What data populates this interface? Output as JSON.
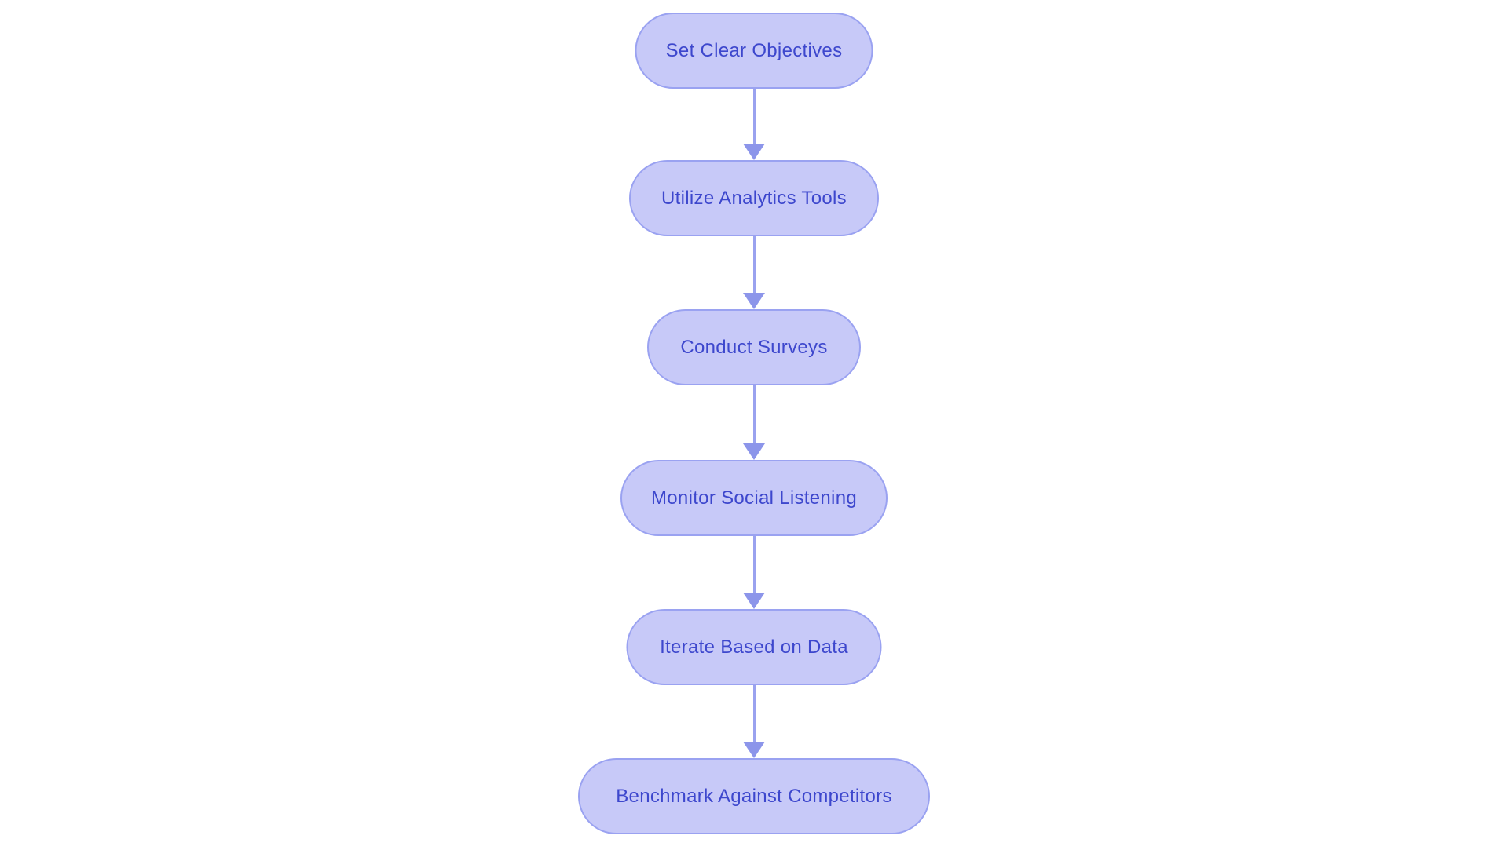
{
  "flowchart": {
    "direction": "top-to-bottom",
    "background_color": "#ffffff",
    "node_style": {
      "fill_color": "#c7c9f8",
      "border_color": "#9aa2f1",
      "text_color": "#3d47cd"
    },
    "arrow_style": {
      "line_color": "#9aa2ef",
      "head_color": "#8c95ea"
    },
    "nodes": [
      {
        "label": "Set Clear Objectives"
      },
      {
        "label": "Utilize Analytics Tools"
      },
      {
        "label": "Conduct Surveys"
      },
      {
        "label": "Monitor Social Listening"
      },
      {
        "label": "Iterate Based on Data"
      },
      {
        "label": "Benchmark Against Competitors"
      }
    ],
    "edges": [
      {
        "from": 0,
        "to": 1
      },
      {
        "from": 1,
        "to": 2
      },
      {
        "from": 2,
        "to": 3
      },
      {
        "from": 3,
        "to": 4
      },
      {
        "from": 4,
        "to": 5
      }
    ]
  }
}
